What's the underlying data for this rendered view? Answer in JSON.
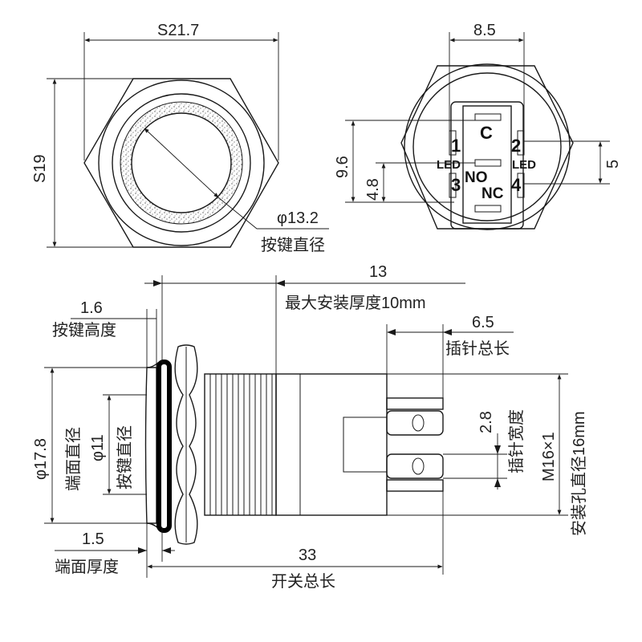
{
  "colors": {
    "line": "#1a1a1a",
    "text": "#222222",
    "texture": "#555555",
    "oring": "#000000"
  },
  "front_view": {
    "hex_width": "S21.7",
    "hex_height": "S19",
    "button_diameter": "φ13.2",
    "button_diameter_label": "按键直径"
  },
  "rear_view": {
    "pin_span": "8.5",
    "pin_height": "9.6",
    "pin_offset": "4.8",
    "led_spacing": "5",
    "labels": {
      "c": "C",
      "pin1": "1",
      "pin2": "2",
      "pin3": "3",
      "pin4": "4",
      "led_left": "LED",
      "led_right": "LED",
      "no": "NO",
      "nc": "NC"
    }
  },
  "side_view": {
    "button_height_value": "1.6",
    "button_height_label": "按键高度",
    "max_install_value": "13",
    "max_install_label": "最大安装厚度10mm",
    "pin_length_value": "6.5",
    "pin_length_label": "插针总长",
    "face_diameter_value": "φ17.8",
    "face_diameter_label": "端面直径",
    "button_diameter_value": "φ11",
    "button_diameter_label": "按键直径",
    "pin_width_value": "2.8",
    "pin_width_label": "插针宽度",
    "thread_label": "M16×1",
    "hole_label": "安装孔直径16mm",
    "face_thickness_value": "1.5",
    "face_thickness_label": "端面厚度",
    "total_length_value": "33",
    "total_length_label": "开关总长"
  }
}
